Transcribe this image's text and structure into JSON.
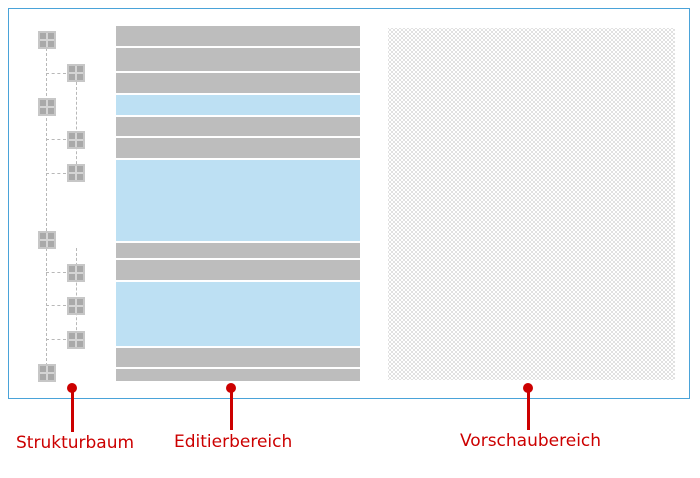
{
  "labels": {
    "tree": "Strukturbaum",
    "editor": "Editierbereich",
    "preview": "Vorschaubereich"
  },
  "colors": {
    "frame_border": "#4aa3d9",
    "accent_red": "#cc0000",
    "block_grey": "#bdbdbd",
    "block_blue": "#bde0f3",
    "tree_node": "#a9a9a9"
  },
  "icons": [
    "tree-node-icon"
  ]
}
